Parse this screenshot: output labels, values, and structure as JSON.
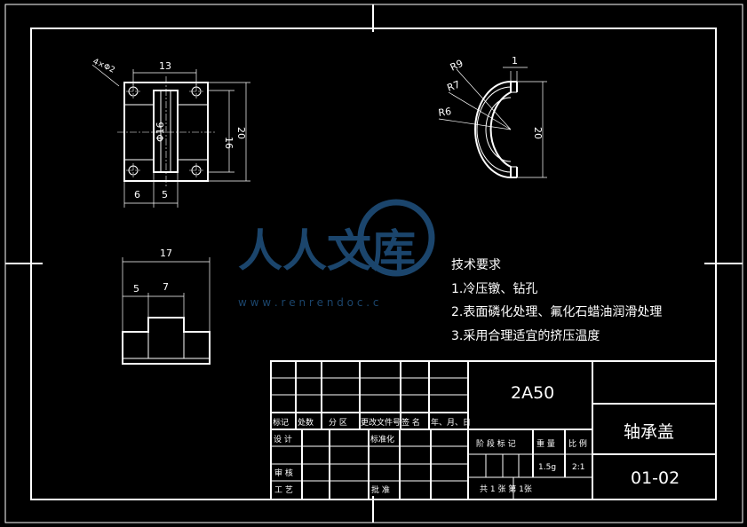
{
  "dimensions": {
    "hole_note": "4×Φ2",
    "width_13": "13",
    "dia_16": "Φ16",
    "h16": "16",
    "h20": "20",
    "w6": "6",
    "w5": "5",
    "r9": "R9",
    "r7": "R7",
    "r6": "R6",
    "t1": "1",
    "h20b": "20",
    "w17": "17",
    "w5b": "5",
    "w7": "7"
  },
  "tech": {
    "title": "技术要求",
    "items": [
      "1.冷压镦、钻孔",
      "2.表面磷化处理、氟化石蜡油润滑处理",
      "3.采用合理适宜的挤压温度"
    ]
  },
  "watermark": {
    "text": "人人文库",
    "url": "w w w . r e n r e n d o c . c"
  },
  "title_block": {
    "material": "2A50",
    "part_name": "轴承盖",
    "drawing_no": "01-02",
    "headers": [
      "标记",
      "处数",
      "分 区",
      "更改文件号",
      "签 名",
      "年、月、日"
    ],
    "design": "设 计",
    "standardize": "标准化",
    "stage_mark": "阶 段 标 记",
    "weight": "重 量",
    "scale": "比 例",
    "weight_val": "1.5g",
    "scale_val": "2:1",
    "review": "审 核",
    "process": "工 艺",
    "approve": "批 准",
    "sheets": "共 1 张  第    1张"
  }
}
